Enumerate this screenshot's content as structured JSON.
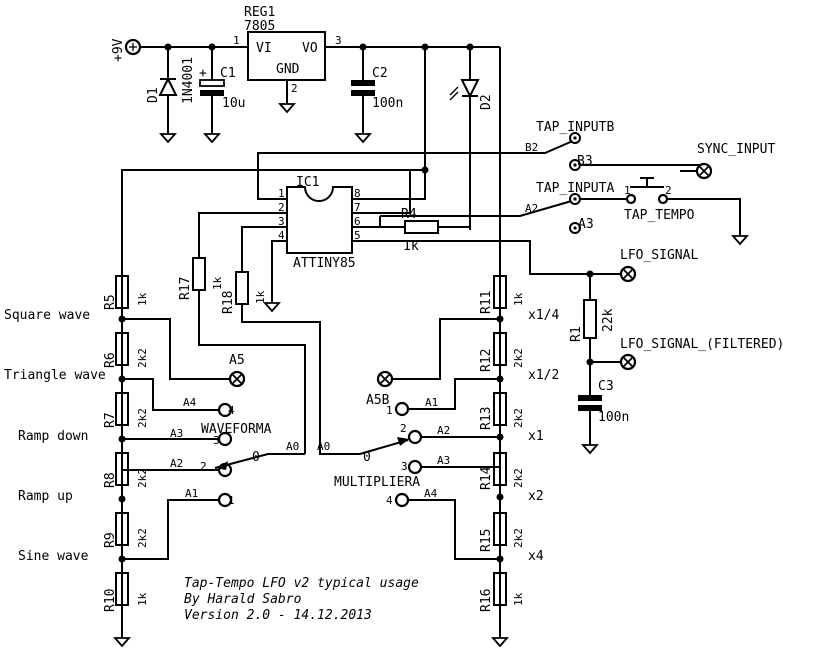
{
  "power": {
    "supply": "+9V"
  },
  "components": {
    "reg1": {
      "ref": "REG1",
      "value": "7805",
      "pin_vi": "VI",
      "pin_vo": "VO",
      "pin_gnd": "GND",
      "pin1": "1",
      "pin2": "2",
      "pin3": "3"
    },
    "d1": {
      "ref": "D1",
      "value": "1N4001"
    },
    "c1": {
      "ref": "C1",
      "value": "10u",
      "polarity": "+"
    },
    "c2": {
      "ref": "C2",
      "value": "100n"
    },
    "d2": {
      "ref": "D2"
    },
    "c3": {
      "ref": "C3",
      "value": "100n"
    },
    "ic1": {
      "ref": "IC1",
      "value": "ATTINY85",
      "pins": [
        "1",
        "2",
        "3",
        "4",
        "5",
        "6",
        "7",
        "8"
      ]
    },
    "r1": {
      "ref": "R1",
      "value": "22k"
    },
    "r4": {
      "ref": "R4",
      "value": "1k"
    },
    "r5": {
      "ref": "R5",
      "value": "1k"
    },
    "r6": {
      "ref": "R6",
      "value": "2k2"
    },
    "r7": {
      "ref": "R7",
      "value": "2k2"
    },
    "r8": {
      "ref": "R8",
      "value": "2k2"
    },
    "r9": {
      "ref": "R9",
      "value": "2k2"
    },
    "r10": {
      "ref": "R10",
      "value": "1k"
    },
    "r11": {
      "ref": "R11",
      "value": "1k"
    },
    "r12": {
      "ref": "R12",
      "value": "2k2"
    },
    "r13": {
      "ref": "R13",
      "value": "2k2"
    },
    "r14": {
      "ref": "R14",
      "value": "2k2"
    },
    "r15": {
      "ref": "R15",
      "value": "2k2"
    },
    "r16": {
      "ref": "R16",
      "value": "1k"
    },
    "r17": {
      "ref": "R17",
      "value": "1k"
    },
    "r18": {
      "ref": "R18",
      "value": "1k"
    }
  },
  "nets": {
    "tap_inputb": "TAP_INPUTB",
    "tap_inputa": "TAP_INPUTA",
    "sync_input": "SYNC_INPUT",
    "tap_tempo": "TAP_TEMPO",
    "lfo_signal": "LFO_SIGNAL",
    "lfo_filtered": "LFO_SIGNAL_(FILTERED)",
    "a5": "A5",
    "a5b": "A5B",
    "b2": "B2",
    "b3": "B3",
    "a2": "A2",
    "a3": "A3",
    "tap_pin1": "1",
    "tap_pin2": "2"
  },
  "waveform_switch": {
    "ref": "WAVEFORMA",
    "common_pin": "0",
    "common_net": "A0",
    "labels": [
      "Square wave",
      "Triangle wave",
      "Ramp down",
      "Ramp up",
      "Sine wave"
    ],
    "pins": [
      {
        "net": "A4",
        "num": "4"
      },
      {
        "net": "A3",
        "num": "3"
      },
      {
        "net": "A2",
        "num": "2"
      },
      {
        "net": "A1",
        "num": "1"
      }
    ]
  },
  "multiplier_switch": {
    "ref": "MULTIPLIERA",
    "common_pin": "0",
    "common_net": "A0",
    "labels": [
      "x1/4",
      "x1/2",
      "x1",
      "x2",
      "x4"
    ],
    "pins": [
      {
        "net": "A1",
        "num": "1"
      },
      {
        "net": "A2",
        "num": "2"
      },
      {
        "net": "A3",
        "num": "3"
      },
      {
        "net": "A4",
        "num": "4"
      }
    ]
  },
  "notes": {
    "line1": "Tap-Tempo LFO v2 typical usage",
    "line2": "By Harald Sabro",
    "line3": "Version 2.0 - 14.12.2013"
  }
}
